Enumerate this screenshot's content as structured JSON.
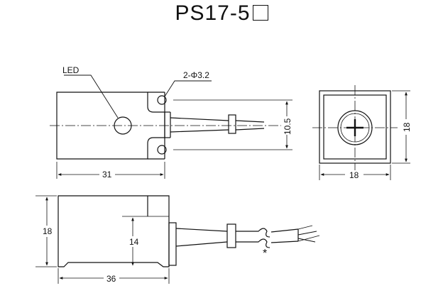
{
  "title": "PS17-5",
  "labels": {
    "led": "LED",
    "holes": "2-Φ3.2",
    "dim_31": "31",
    "dim_10_5": "10.5",
    "dim_18_side": "18",
    "dim_18_bottom": "18",
    "dim_18_left": "18",
    "dim_14": "14",
    "dim_36": "36",
    "asterisk": "*"
  }
}
